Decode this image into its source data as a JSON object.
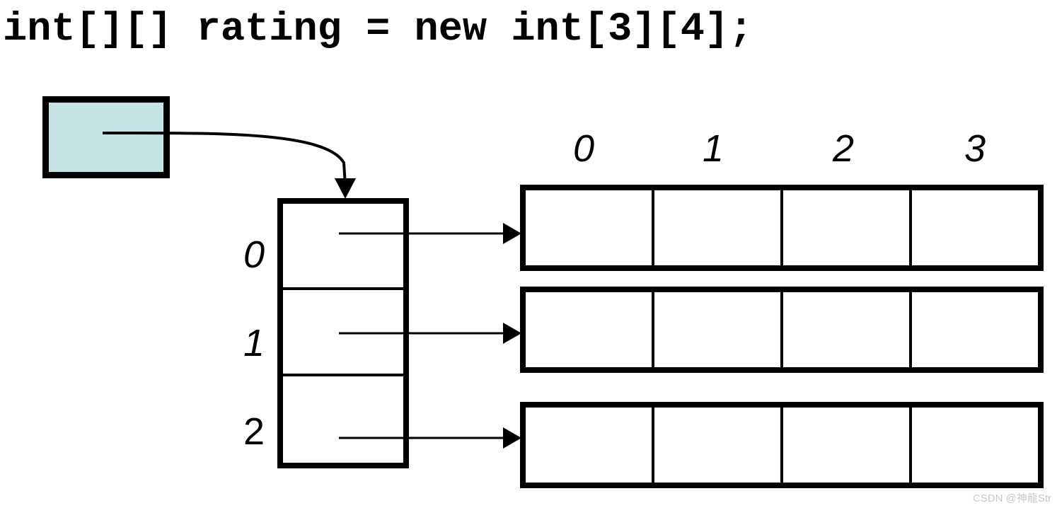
{
  "title": {
    "code": "int[][] rating = new int[3][4];"
  },
  "reference": {
    "name": "rating",
    "fill_color": "#c6e3e6",
    "border_color": "#000000",
    "label": ""
  },
  "outer_array": {
    "length": 3,
    "indices": [
      {
        "label": "0",
        "italic": true
      },
      {
        "label": "1",
        "italic": true
      },
      {
        "label": "2",
        "italic": false
      }
    ],
    "cells": [
      "",
      "",
      ""
    ]
  },
  "column_headers": [
    {
      "label": "0"
    },
    {
      "label": "1"
    },
    {
      "label": "2"
    },
    {
      "label": "3"
    }
  ],
  "row_arrays": [
    {
      "index": "0",
      "cells": [
        "",
        "",
        "",
        ""
      ]
    },
    {
      "index": "1",
      "cells": [
        "",
        "",
        "",
        ""
      ]
    },
    {
      "index": "2",
      "cells": [
        "",
        "",
        "",
        ""
      ]
    }
  ],
  "connectors": {
    "reference_to_outer": "curved-arrow",
    "outer_to_rows": [
      "arrow",
      "arrow",
      "arrow"
    ]
  },
  "watermark": {
    "text": "CSDN @神龍Str",
    "color": "#c9c9c9"
  }
}
